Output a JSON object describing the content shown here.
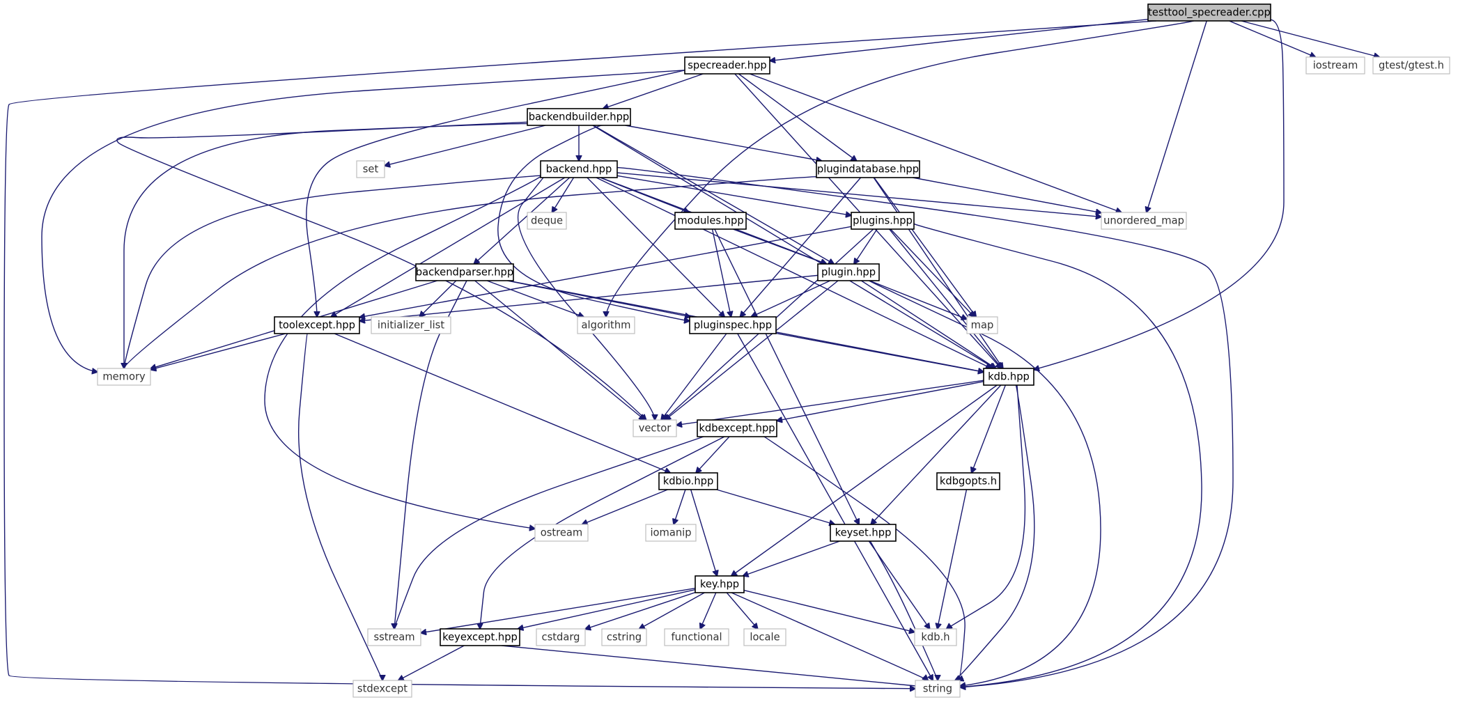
{
  "graph": {
    "title": "",
    "colors": {
      "edge": "#191970",
      "root_fill": "#bfbfbf",
      "external_border": "#bfbfbf",
      "local_border": "#000000"
    },
    "nodes": [
      {
        "id": "testtool_specreader",
        "label": "testtool_specreader.cpp",
        "kind": "root"
      },
      {
        "id": "iostream",
        "label": "iostream",
        "kind": "external"
      },
      {
        "id": "gtest",
        "label": "gtest/gtest.h",
        "kind": "external"
      },
      {
        "id": "specreader",
        "label": "specreader.hpp",
        "kind": "local"
      },
      {
        "id": "backendbuilder",
        "label": "backendbuilder.hpp",
        "kind": "local"
      },
      {
        "id": "set",
        "label": "set",
        "kind": "external"
      },
      {
        "id": "backend",
        "label": "backend.hpp",
        "kind": "local"
      },
      {
        "id": "plugindatabase",
        "label": "plugindatabase.hpp",
        "kind": "local"
      },
      {
        "id": "deque",
        "label": "deque",
        "kind": "external"
      },
      {
        "id": "modules",
        "label": "modules.hpp",
        "kind": "local"
      },
      {
        "id": "plugins",
        "label": "plugins.hpp",
        "kind": "local"
      },
      {
        "id": "unordered_map",
        "label": "unordered_map",
        "kind": "external"
      },
      {
        "id": "backendparser",
        "label": "backendparser.hpp",
        "kind": "local"
      },
      {
        "id": "plugin",
        "label": "plugin.hpp",
        "kind": "local"
      },
      {
        "id": "toolexcept",
        "label": "toolexcept.hpp",
        "kind": "local"
      },
      {
        "id": "initializer_list",
        "label": "initializer_list",
        "kind": "external"
      },
      {
        "id": "algorithm",
        "label": "algorithm",
        "kind": "external"
      },
      {
        "id": "pluginspec",
        "label": "pluginspec.hpp",
        "kind": "local"
      },
      {
        "id": "map",
        "label": "map",
        "kind": "external"
      },
      {
        "id": "memory",
        "label": "memory",
        "kind": "external"
      },
      {
        "id": "kdb",
        "label": "kdb.hpp",
        "kind": "local"
      },
      {
        "id": "vector",
        "label": "vector",
        "kind": "external"
      },
      {
        "id": "kdbexcept",
        "label": "kdbexcept.hpp",
        "kind": "local"
      },
      {
        "id": "kdbio",
        "label": "kdbio.hpp",
        "kind": "local"
      },
      {
        "id": "kdbgopts",
        "label": "kdbgopts.h",
        "kind": "local"
      },
      {
        "id": "ostream",
        "label": "ostream",
        "kind": "external"
      },
      {
        "id": "iomanip",
        "label": "iomanip",
        "kind": "external"
      },
      {
        "id": "keyset",
        "label": "keyset.hpp",
        "kind": "local"
      },
      {
        "id": "key",
        "label": "key.hpp",
        "kind": "local"
      },
      {
        "id": "sstream",
        "label": "sstream",
        "kind": "external"
      },
      {
        "id": "keyexcept",
        "label": "keyexcept.hpp",
        "kind": "local"
      },
      {
        "id": "cstdarg",
        "label": "cstdarg",
        "kind": "external"
      },
      {
        "id": "cstring",
        "label": "cstring",
        "kind": "external"
      },
      {
        "id": "functional",
        "label": "functional",
        "kind": "external"
      },
      {
        "id": "locale",
        "label": "locale",
        "kind": "external"
      },
      {
        "id": "kdb_h",
        "label": "kdb.h",
        "kind": "external"
      },
      {
        "id": "stdexcept",
        "label": "stdexcept",
        "kind": "external"
      },
      {
        "id": "string",
        "label": "string",
        "kind": "external"
      }
    ],
    "edges": [
      [
        "testtool_specreader",
        "specreader"
      ],
      [
        "testtool_specreader",
        "iostream"
      ],
      [
        "testtool_specreader",
        "gtest"
      ],
      [
        "testtool_specreader",
        "unordered_map"
      ],
      [
        "testtool_specreader",
        "algorithm"
      ],
      [
        "testtool_specreader",
        "kdb"
      ],
      [
        "testtool_specreader",
        "string"
      ],
      [
        "specreader",
        "backendbuilder"
      ],
      [
        "specreader",
        "plugindatabase"
      ],
      [
        "specreader",
        "unordered_map"
      ],
      [
        "specreader",
        "memory"
      ],
      [
        "specreader",
        "kdb"
      ],
      [
        "specreader",
        "toolexcept"
      ],
      [
        "backendbuilder",
        "backend"
      ],
      [
        "backendbuilder",
        "set"
      ],
      [
        "backendbuilder",
        "plugindatabase"
      ],
      [
        "backendbuilder",
        "memory"
      ],
      [
        "backendbuilder",
        "vector"
      ],
      [
        "backendbuilder",
        "plugin"
      ],
      [
        "backendbuilder",
        "kdb"
      ],
      [
        "backendbuilder",
        "pluginspec"
      ],
      [
        "backend",
        "deque"
      ],
      [
        "backend",
        "modules"
      ],
      [
        "backend",
        "plugins"
      ],
      [
        "backend",
        "backendparser"
      ],
      [
        "backend",
        "toolexcept"
      ],
      [
        "backend",
        "memory"
      ],
      [
        "backend",
        "unordered_map"
      ],
      [
        "backend",
        "pluginspec"
      ],
      [
        "backend",
        "plugin"
      ],
      [
        "backend",
        "kdb"
      ],
      [
        "backend",
        "ostream"
      ],
      [
        "backend",
        "string"
      ],
      [
        "backend",
        "vector"
      ],
      [
        "plugindatabase",
        "unordered_map"
      ],
      [
        "plugindatabase",
        "pluginspec"
      ],
      [
        "plugindatabase",
        "map"
      ],
      [
        "plugindatabase",
        "kdb"
      ],
      [
        "plugindatabase",
        "memory"
      ],
      [
        "modules",
        "plugin"
      ],
      [
        "modules",
        "pluginspec"
      ],
      [
        "modules",
        "keyset"
      ],
      [
        "plugins",
        "plugin"
      ],
      [
        "plugins",
        "toolexcept"
      ],
      [
        "plugins",
        "map"
      ],
      [
        "plugins",
        "kdb"
      ],
      [
        "plugins",
        "vector"
      ],
      [
        "plugins",
        "string"
      ],
      [
        "backendparser",
        "initializer_list"
      ],
      [
        "backendparser",
        "algorithm"
      ],
      [
        "backendparser",
        "pluginspec"
      ],
      [
        "backendparser",
        "memory"
      ],
      [
        "backendparser",
        "kdb"
      ],
      [
        "backendparser",
        "vector"
      ],
      [
        "backendparser",
        "sstream"
      ],
      [
        "plugin",
        "toolexcept"
      ],
      [
        "plugin",
        "pluginspec"
      ],
      [
        "plugin",
        "map"
      ],
      [
        "plugin",
        "kdb"
      ],
      [
        "plugin",
        "vector"
      ],
      [
        "plugin",
        "string"
      ],
      [
        "toolexcept",
        "memory"
      ],
      [
        "toolexcept",
        "kdbio"
      ],
      [
        "toolexcept",
        "stdexcept"
      ],
      [
        "pluginspec",
        "kdb"
      ],
      [
        "pluginspec",
        "vector"
      ],
      [
        "pluginspec",
        "string"
      ],
      [
        "kdb",
        "vector"
      ],
      [
        "kdb",
        "kdbexcept"
      ],
      [
        "kdb",
        "kdbgopts"
      ],
      [
        "kdb",
        "keyset"
      ],
      [
        "kdb",
        "key"
      ],
      [
        "kdb",
        "kdb_h"
      ],
      [
        "kdb",
        "string"
      ],
      [
        "kdbexcept",
        "kdbio"
      ],
      [
        "kdbexcept",
        "sstream"
      ],
      [
        "kdbexcept",
        "keyexcept"
      ],
      [
        "kdbexcept",
        "string"
      ],
      [
        "kdbio",
        "ostream"
      ],
      [
        "kdbio",
        "iomanip"
      ],
      [
        "kdbio",
        "keyset"
      ],
      [
        "kdbio",
        "key"
      ],
      [
        "kdbgopts",
        "kdb_h"
      ],
      [
        "keyset",
        "key"
      ],
      [
        "keyset",
        "kdb_h"
      ],
      [
        "keyset",
        "string"
      ],
      [
        "key",
        "sstream"
      ],
      [
        "key",
        "keyexcept"
      ],
      [
        "key",
        "cstdarg"
      ],
      [
        "key",
        "cstring"
      ],
      [
        "key",
        "functional"
      ],
      [
        "key",
        "locale"
      ],
      [
        "key",
        "kdb_h"
      ],
      [
        "key",
        "string"
      ],
      [
        "keyexcept",
        "stdexcept"
      ],
      [
        "keyexcept",
        "string"
      ]
    ]
  }
}
